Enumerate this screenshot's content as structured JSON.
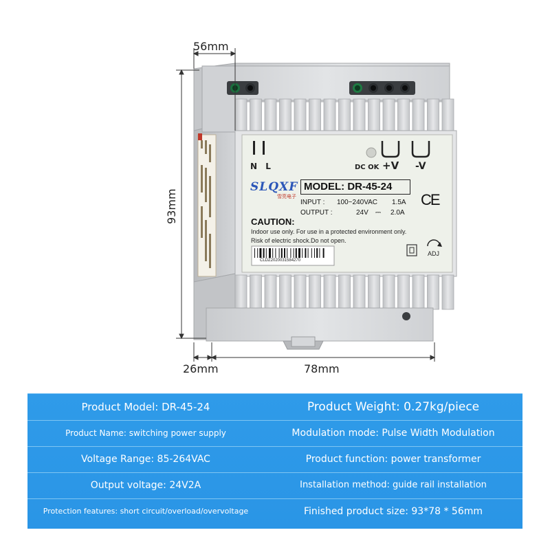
{
  "dimensions": {
    "depth": "56mm",
    "height": "93mm",
    "rail": "26mm",
    "width": "78mm"
  },
  "device_label": {
    "terminal_left": "N  L",
    "terminal_dc": "DC OK",
    "terminal_plus": "+V",
    "terminal_minus": "-V",
    "brand": "SLQXF",
    "brand_sub": "雪亮电子",
    "model": "MODEL: DR-45-24",
    "input_label": "INPUT :",
    "input_value": "100~240VAC",
    "input_current": "1.5A",
    "output_label": "OUTPUT :",
    "output_value": "24V",
    "output_current": "2.0A",
    "ce_mark": "CE",
    "caution_title": "CAUTION:",
    "caution_line1": "Indoor use only. For use in a protected environment only.",
    "caution_line2": "Risk of electric shock.Do not open.",
    "barcode_text": "CLDZ2020031584270",
    "adj_label": "ADJ"
  },
  "specs": [
    {
      "left": "Product Model: DR-45-24",
      "right": "Product Weight: 0.27kg/piece"
    },
    {
      "left": "Product Name: switching power supply",
      "right": "Modulation mode: Pulse Width Modulation"
    },
    {
      "left": "Voltage Range: 85-264VAC",
      "right": "Product function: power transformer"
    },
    {
      "left": "Output voltage: 24V2A",
      "right": "Installation method: guide rail installation"
    },
    {
      "left": "Protection features: short circuit/overload/overvoltage",
      "right": "Finished product size: 93*78 * 56mm"
    }
  ],
  "colors": {
    "table_bg": "#2a95e6",
    "table_text": "#ffffff",
    "brand_blue": "#2b56b8",
    "device_body": "#d9dbde"
  }
}
